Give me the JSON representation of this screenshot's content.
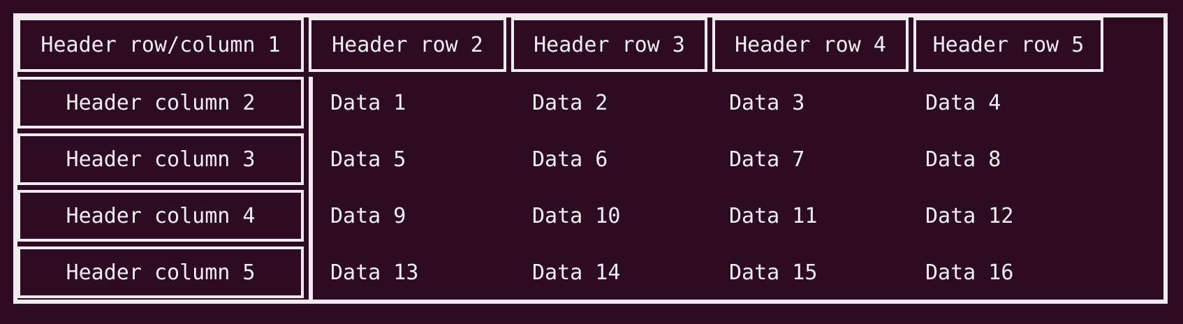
{
  "colors": {
    "background": "#2d0b22",
    "border": "#f2eaef",
    "text": "#f4eef2"
  },
  "table": {
    "corner_header": "Header row/column 1",
    "column_headers": [
      "Header row 2",
      "Header row 3",
      "Header row 4",
      "Header row 5"
    ],
    "row_headers": [
      "Header column 2",
      "Header column 3",
      "Header column 4",
      "Header column 5"
    ],
    "rows": [
      [
        "Data 1",
        "Data 2",
        "Data 3",
        "Data 4"
      ],
      [
        "Data 5",
        "Data 6",
        "Data 7",
        "Data 8"
      ],
      [
        "Data 9",
        "Data 10",
        "Data 11",
        "Data 12"
      ],
      [
        "Data 13",
        "Data 14",
        "Data 15",
        "Data 16"
      ]
    ]
  }
}
